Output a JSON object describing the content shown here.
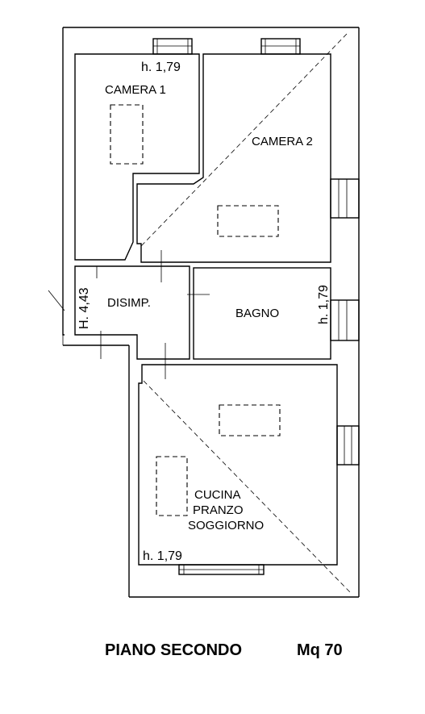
{
  "rooms": {
    "camera1": {
      "label": "CAMERA 1",
      "height": "h. 1,79"
    },
    "camera2": {
      "label": "CAMERA 2"
    },
    "disimpegno": {
      "label": "DISIMP.",
      "height": "H. 4,43"
    },
    "bagno": {
      "label": "BAGNO",
      "height": "h. 1,79"
    },
    "cucina": {
      "label_lines": [
        "CUCINA",
        "PRANZO",
        "SOGGIORNO"
      ],
      "height": "h. 1,79"
    }
  },
  "footer": {
    "floor": "PIANO SECONDO",
    "area": "Mq 70"
  }
}
